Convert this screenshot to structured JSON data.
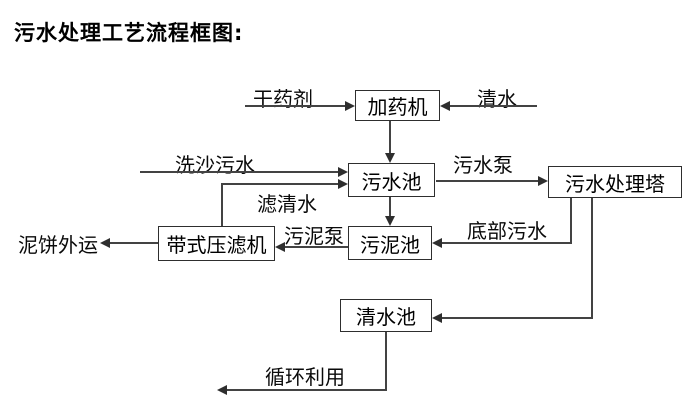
{
  "title": "污水处理工艺流程框图:",
  "diagram": {
    "boxes": {
      "dosing_machine": "加药机",
      "sewage_pool": "污水池",
      "sludge_pool": "污泥池",
      "belt_filter_press": "带式压滤机",
      "treatment_tower": "污水处理塔",
      "clean_water_pool": "清水池"
    },
    "labels": {
      "dry_chemical": "干药剂",
      "clean_water": "清水",
      "sand_washing_sewage": "洗沙污水",
      "filtered_water": "滤清水",
      "sewage_pump": "污水泵",
      "sludge_pump": "污泥泵",
      "mud_cake_out": "泥饼外运",
      "bottom_sewage": "底部污水",
      "recycle_use": "循环利用"
    },
    "colors": {
      "background": "#ffffff",
      "line": "#434343",
      "box_border": "#2e2e2e",
      "text": "#000000"
    }
  }
}
